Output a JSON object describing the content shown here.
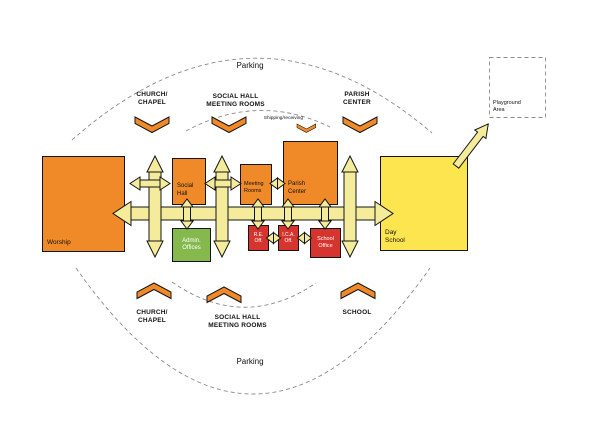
{
  "colors": {
    "orange": "#F08A28",
    "yellow": "#FCE54E",
    "corridor": "#F5EC9B",
    "green": "#85B94E",
    "red": "#D6352F",
    "dash": "#8a8a8a"
  },
  "parking": {
    "top": "Parking",
    "bottom": "Parking"
  },
  "playground": {
    "line1": "Playground",
    "line2": "Area"
  },
  "receiving": {
    "label": "Shipping/receiving"
  },
  "entrances": {
    "top_church": {
      "line1": "CHURCH/",
      "line2": "CHAPEL"
    },
    "top_social": {
      "line1": "SOCIAL HALL",
      "line2": "MEETING ROOMS"
    },
    "top_parish": {
      "line1": "PARISH",
      "line2": "CENTER"
    },
    "bottom_church": {
      "line1": "CHURCH/",
      "line2": "CHAPEL"
    },
    "bottom_social": {
      "line1": "SOCIAL HALL",
      "line2": "MEETING ROOMS"
    },
    "bottom_school": {
      "line1": "SCHOOL"
    }
  },
  "buildings": {
    "worship": {
      "line1": "Worship"
    },
    "social_hall": {
      "line1": "Social",
      "line2": "Hall"
    },
    "meeting_rooms": {
      "line1": "Meeting",
      "line2": "Rooms"
    },
    "parish_center": {
      "line1": "Parish",
      "line2": "Center"
    },
    "day_school": {
      "line1": "Day",
      "line2": "School"
    },
    "admin_offices": {
      "line1": "Admin.",
      "line2": "Offices"
    },
    "re_office": {
      "line1": "R.E.",
      "line2": "Off."
    },
    "ica_office": {
      "line1": "I.C.A.",
      "line2": "Off."
    },
    "school_office": {
      "line1": "School",
      "line2": "Office"
    }
  }
}
